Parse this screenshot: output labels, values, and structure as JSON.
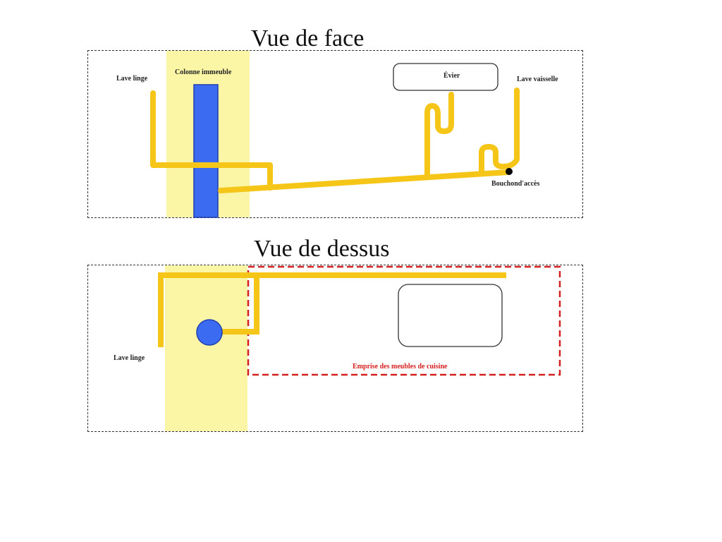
{
  "colors": {
    "pipe": "#f5c518",
    "wall_band": "#fbf6a6",
    "column": "#3b6bf0",
    "column_stroke": "#1f3fb0",
    "panel_border": "#333333",
    "footprint": "#d42020",
    "cap": "#000000"
  },
  "front_view": {
    "title": "Vue de face",
    "labels": {
      "washing_machine": "Lave linge",
      "building_column": "Colonne immeuble",
      "sink": "Évier",
      "dishwasher": "Lave vaisselle",
      "access_cap": "Bouchond'accès"
    }
  },
  "top_view": {
    "title": "Vue de dessus",
    "labels": {
      "washing_machine": "Lave linge",
      "kitchen_footprint": "Emprise des meubles de cuisine"
    }
  }
}
